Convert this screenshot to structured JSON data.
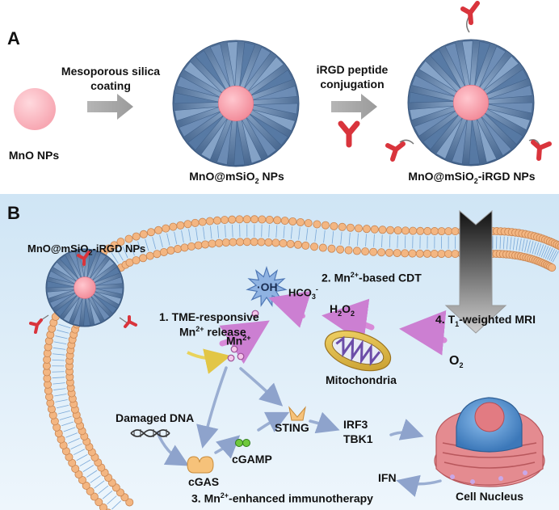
{
  "panel_a": {
    "label": "A",
    "mno_np": "MnO NPs",
    "step1_line1": "Mesoporous silica",
    "step1_line2": "coating",
    "step2_line1": "iRGD peptide",
    "step2_line2": "conjugation",
    "np_silica": {
      "base": "MnO@mSiO",
      "sub": "2",
      "tail": " NPs"
    },
    "np_irgd": {
      "base": "MnO@mSiO",
      "sub": "2",
      "tail": "-iRGD NPs"
    }
  },
  "panel_b": {
    "label": "B",
    "np_title": {
      "base": "MnO@mSiO",
      "sub": "2",
      "tail": "-iRGD NPs"
    },
    "oh": "·OH",
    "cdt": {
      "pre": "2. Mn",
      "sup": "2+",
      "post": "-based CDT"
    },
    "hco3": {
      "base": "HCO",
      "sub": "3",
      "sup": "-"
    },
    "h2o2": {
      "a": "H",
      "s1": "2",
      "b": "O",
      "s2": "2"
    },
    "tme_line1": "1. TME-responsive",
    "tme_line2": {
      "pre": "Mn",
      "sup": "2+",
      "post": " release"
    },
    "mri": {
      "pre": "4. T",
      "sub": "1",
      "post": "-weighted MRI"
    },
    "mn": {
      "base": "Mn",
      "sup": "2+"
    },
    "mitochondria": "Mitochondria",
    "o2": {
      "base": "O",
      "sub": "2"
    },
    "damaged_dna": "Damaged DNA",
    "sting": "STING",
    "irf3": "IRF3",
    "tbk1": "TBK1",
    "cgamp": "cGAMP",
    "cgas": "cGAS",
    "ifn": "IFN",
    "immuno": {
      "pre": "3. Mn",
      "sup": "2+",
      "post": "-enhanced immunotherapy"
    },
    "nucleus": "Cell Nucleus"
  },
  "colors": {
    "panel_b_bg": "#dcedf8",
    "silica": "#5d7ea6",
    "core": "#f07c8a",
    "peptide": "#d9343c",
    "lipid_head": "#f1b27d",
    "arrow_gray": "#a8a8a8",
    "arrow_pink": "#d88ad8",
    "arrow_blue": "#9aaed2",
    "nucleus": "#4f8fd1",
    "er": "#d77e82"
  }
}
